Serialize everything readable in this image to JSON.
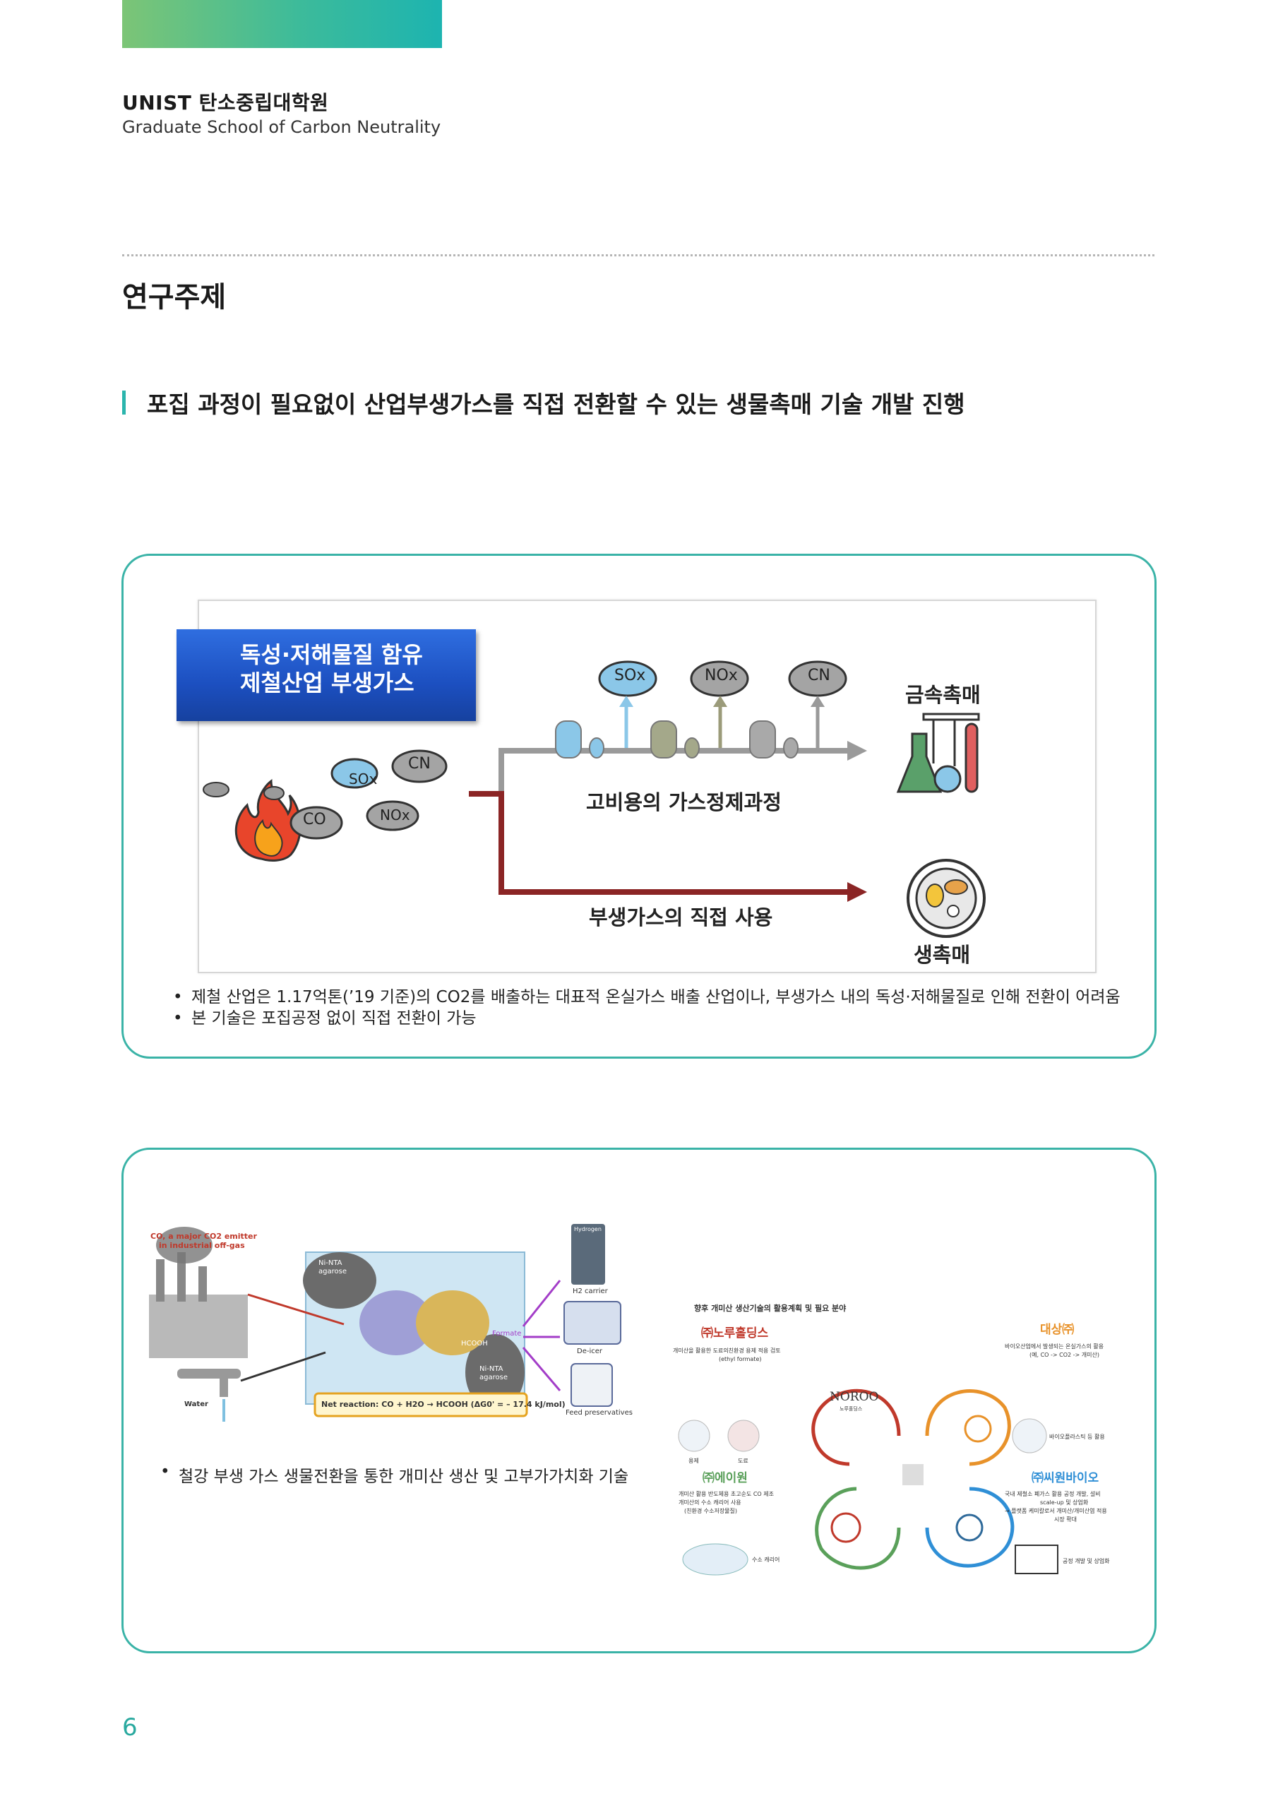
{
  "header": {
    "institution": "UNIST 탄소중립대학원",
    "institution_en": "Graduate School of Carbon Neutrality"
  },
  "section": {
    "title": "연구주제",
    "subheading": "포집 과정이 필요없이 산업부생가스를 직접 전환할 수 있는 생물촉매 기술 개발 진행"
  },
  "figure1": {
    "banner_line1": "독성·저해물질 함유",
    "banner_line2": "제철산업 부생가스",
    "gases": [
      "SOx",
      "CN",
      "CO",
      "NOx"
    ],
    "top_gases": [
      "SOx",
      "NOx",
      "CN"
    ],
    "top_label": "고비용의 가스정제과정",
    "bottom_label": "부생가스의 직접 사용",
    "metal_catalyst": "금속촉매",
    "bio_catalyst": "생촉매",
    "bullets": [
      "제철 산업은 1.17억톤(’19 기준)의 CO2를 배출하는 대표적 온실가스 배출 산업이나, 부생가스 내의 독성·저해물질로 인해 전환이 어려움",
      "본 기술은 포집공정 없이 직접 전환이 가능"
    ],
    "colors": {
      "accent": "#3ab3a7",
      "banner": "#1c4fc0",
      "arrow_red": "#8b2525",
      "arrow_gray": "#9a9a9a"
    }
  },
  "figure2": {
    "emitter_line1": "CO, a major CO2 emitter",
    "emitter_line2": "in industrial off-gas",
    "ni_nta_1": "Ni-NTA agarose",
    "ni_nta_2": "Ni-NTA agarose",
    "formate": "Formate",
    "hcooh": "HCOOH",
    "water": "Water",
    "net_reaction": "Net reaction: CO + H2O → HCOOH (ΔG0' = – 17.4 kJ/mol)",
    "hydrogen": "Hydrogen",
    "h2_carrier": "H2 carrier",
    "de_icer": "De-icer",
    "feed_preservatives": "Feed preservatives",
    "caption": "철강 부생 가스 생물전환을 통한 개미산 생산 및 고부가가치화 기술"
  },
  "figure3": {
    "title": "향후 개미산 생산기술의 활용계획 및 필요 분야",
    "noroo_name": "㈜노루홀딩스",
    "noroo_desc1": "개미산을 활용한 도료의친환경 용제 적용 검토",
    "noroo_desc2": "(ethyl formate)",
    "solvent": "용제",
    "paint": "도료",
    "noroo_logo": "NOROO",
    "noroo_logo_sub": "노루홀딩스",
    "daesang_name": "대상㈜",
    "daesang_desc1": "바이오산업에서 발생되는 온실가스의 활용",
    "daesang_desc2": "(예, CO -> CO2 -> 개미산)",
    "bioplastic": "바이오플라스틱 등 활용",
    "aone_name": "㈜에이원",
    "aone_desc1": "개미산 활용 반도체용 초고순도 CO 제조",
    "aone_desc2": "개미산의 수소 캐리어 사용",
    "aone_desc3": "(친환경 수소저장물질)",
    "h2_carrier": "수소 캐리어",
    "cone_name": "㈜씨원바이오",
    "cone_desc1": "국내 제철소 폐가스 활용 공정 개발, 설비",
    "cone_desc2": "scale-up 및 상업화",
    "cone_desc3": "→ 플랫폼 케미칼로서 개미산/개미산염 적용",
    "cone_desc4": "시장 확대",
    "process": "공정 개발 및 상업화"
  },
  "page_number": "6"
}
